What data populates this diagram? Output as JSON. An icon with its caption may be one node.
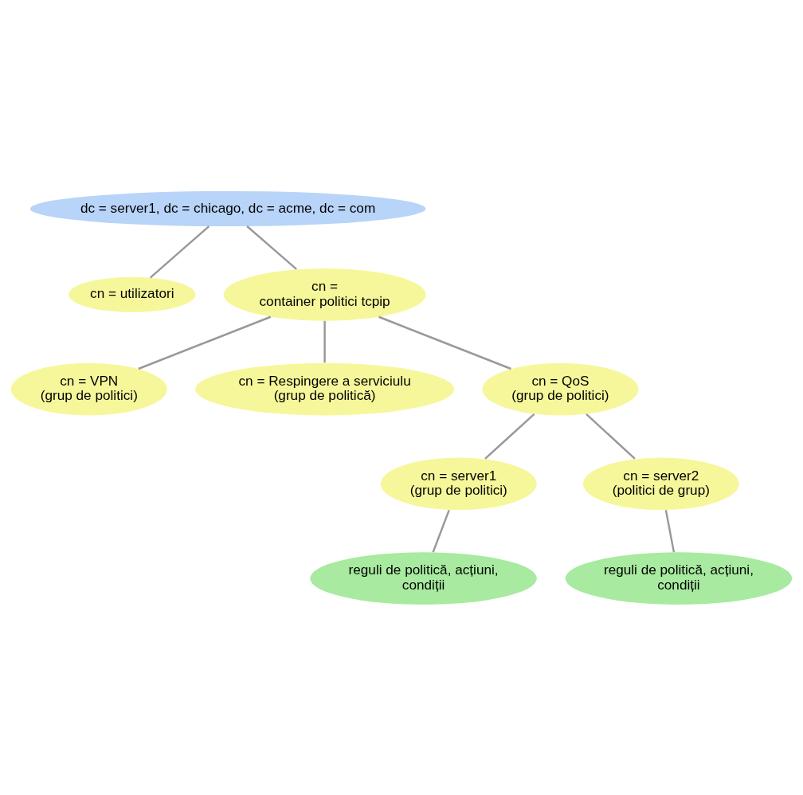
{
  "diagram": {
    "nodes": [
      {
        "text": [
          "dc = server1, dc = chicago, dc = acme, dc = com"
        ]
      },
      {
        "text": [
          "cn = utilizatori"
        ]
      },
      {
        "text": [
          "cn = container politici tcpip"
        ]
      },
      {
        "text": [
          "cn = VPN (grup de politici)"
        ]
      },
      {
        "text": [
          "cn = Respingere a serviciulu (grup de politică)"
        ]
      },
      {
        "text": [
          "cn = QoS (grup de politici)"
        ]
      },
      {
        "text": [
          "cn = server1 (grup de politici)"
        ]
      },
      {
        "text": [
          "cn = server2 (politici de grup)"
        ]
      },
      {
        "text": [
          "reguli de politică, acțiuni, condiții"
        ]
      },
      {
        "text": [
          "reguli de politică, acțiuni, condiții"
        ]
      }
    ],
    "edges": [
      {
        "from": 0,
        "to": 1,
        "arrow": "none"
      },
      {
        "from": 0,
        "to": 2,
        "arrow": "none"
      },
      {
        "from": 2,
        "to": 3,
        "arrow": "none"
      },
      {
        "from": 2,
        "to": 4,
        "arrow": "none"
      },
      {
        "from": 2,
        "to": 5,
        "arrow": "none"
      },
      {
        "from": 5,
        "to": 6,
        "arrow": "none"
      },
      {
        "from": 5,
        "to": 7,
        "arrow": "none"
      },
      {
        "from": 6,
        "to": 8,
        "arrow": "none"
      },
      {
        "from": 7,
        "to": 9,
        "arrow": "none"
      }
    ]
  }
}
